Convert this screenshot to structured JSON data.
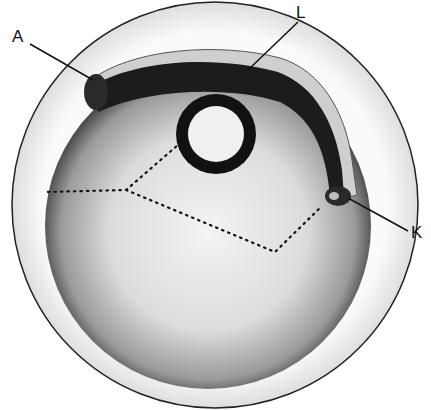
{
  "diagram": {
    "labels": [
      "A",
      "L",
      "K"
    ]
  }
}
